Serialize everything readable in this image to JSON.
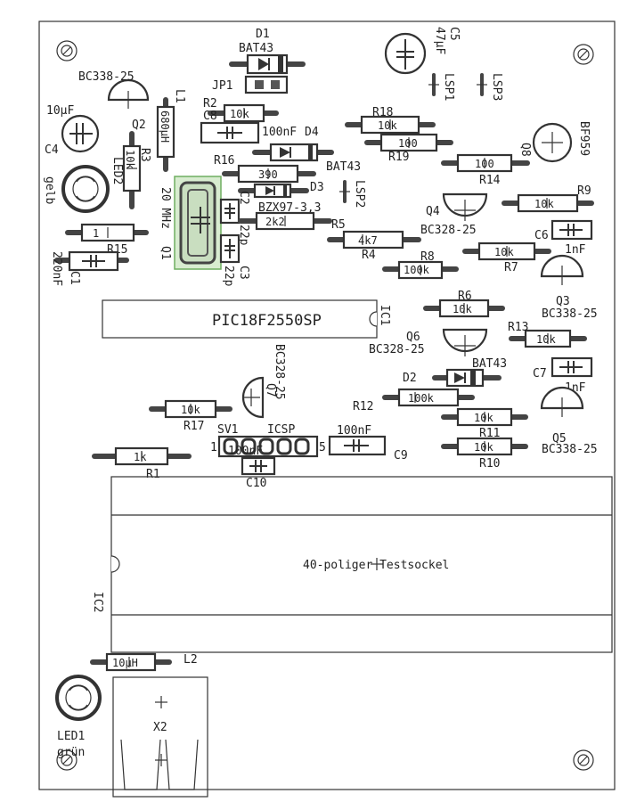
{
  "labels": {
    "D1": "D1",
    "D1_val": "BAT43",
    "C5": "C5",
    "C5_val": "47µF",
    "BC338_top": "BC338-25",
    "Q2": "Q2",
    "L1_val": "680µH",
    "L1": "L1",
    "JP1": "JP1",
    "LSP1": "LSP1",
    "LSP3": "LSP3",
    "C4_val": "10µF",
    "C4": "C4",
    "R2": "R2",
    "R2_val": "10k",
    "C8": "C8",
    "C8_val": "100nF",
    "D4": "D4",
    "R18": "R18",
    "R18_val": "10k",
    "R19": "R19",
    "R19_val": "100",
    "BF959": "BF959",
    "Q8": "Q8",
    "R3": "R3",
    "R3_val": "10k",
    "LED2": "LED2",
    "gelb": "gelb",
    "R16": "R16",
    "R16_val": "390",
    "BAT43_d4": "BAT43",
    "R14": "R14",
    "R14_val": "100",
    "D3": "D3",
    "LSP2": "LSP2",
    "R9": "R9",
    "R9_val": "10k",
    "crystal_freq": "20 MHz",
    "Q1": "Q1",
    "C2": "C2",
    "C2_val": "22p",
    "BZX": "BZX97-3,3",
    "Q4": "Q4",
    "BC328_q4": "BC328-25",
    "R15": "R15",
    "R15_val": "1",
    "R5": "R5",
    "R5_val": "2k2",
    "R4": "R4",
    "R4_val": "4k7",
    "C6": "C6",
    "C6_val": "1nF",
    "R7": "R7",
    "R7_val": "10k",
    "C1": "C1",
    "C1_val": "220nF",
    "C3": "C3",
    "C3_val": "22p",
    "R8": "R8",
    "R8_val": "100k",
    "Q3": "Q3",
    "BC338_q3": "BC338-25",
    "IC1_val": "PIC18F2550SP",
    "IC1": "IC1",
    "R6": "R6",
    "R6_val": "10k",
    "Q6": "Q6",
    "BC328_q6": "BC328-25",
    "R13": "R13",
    "R13_val": "10k",
    "BAT43_d2": "BAT43",
    "D2": "D2",
    "C7": "C7",
    "C7_val": "1nF",
    "Q7": "Q7",
    "BC328_q7": "BC328-25",
    "R12": "R12",
    "R12_val": "100k",
    "R17": "R17",
    "R17_val": "10k",
    "SV1": "SV1",
    "ICSP": "ICSP",
    "pin1": "1",
    "pin5": "5",
    "C9": "C9",
    "C9_val": "100nF",
    "C10": "C10",
    "C10_val": "100nF",
    "R11": "R11",
    "R11_val": "10k",
    "R10": "R10",
    "R10_val": "10k",
    "Q5": "Q5",
    "BC338_q5": "BC338-25",
    "R1": "R1",
    "R1_val": "1k",
    "IC2": "IC2",
    "socket": "40-poliger Testsockel",
    "L2": "L2",
    "L2_val": "10µH",
    "X2": "X2",
    "LED1": "LED1",
    "gruen": "grün"
  }
}
